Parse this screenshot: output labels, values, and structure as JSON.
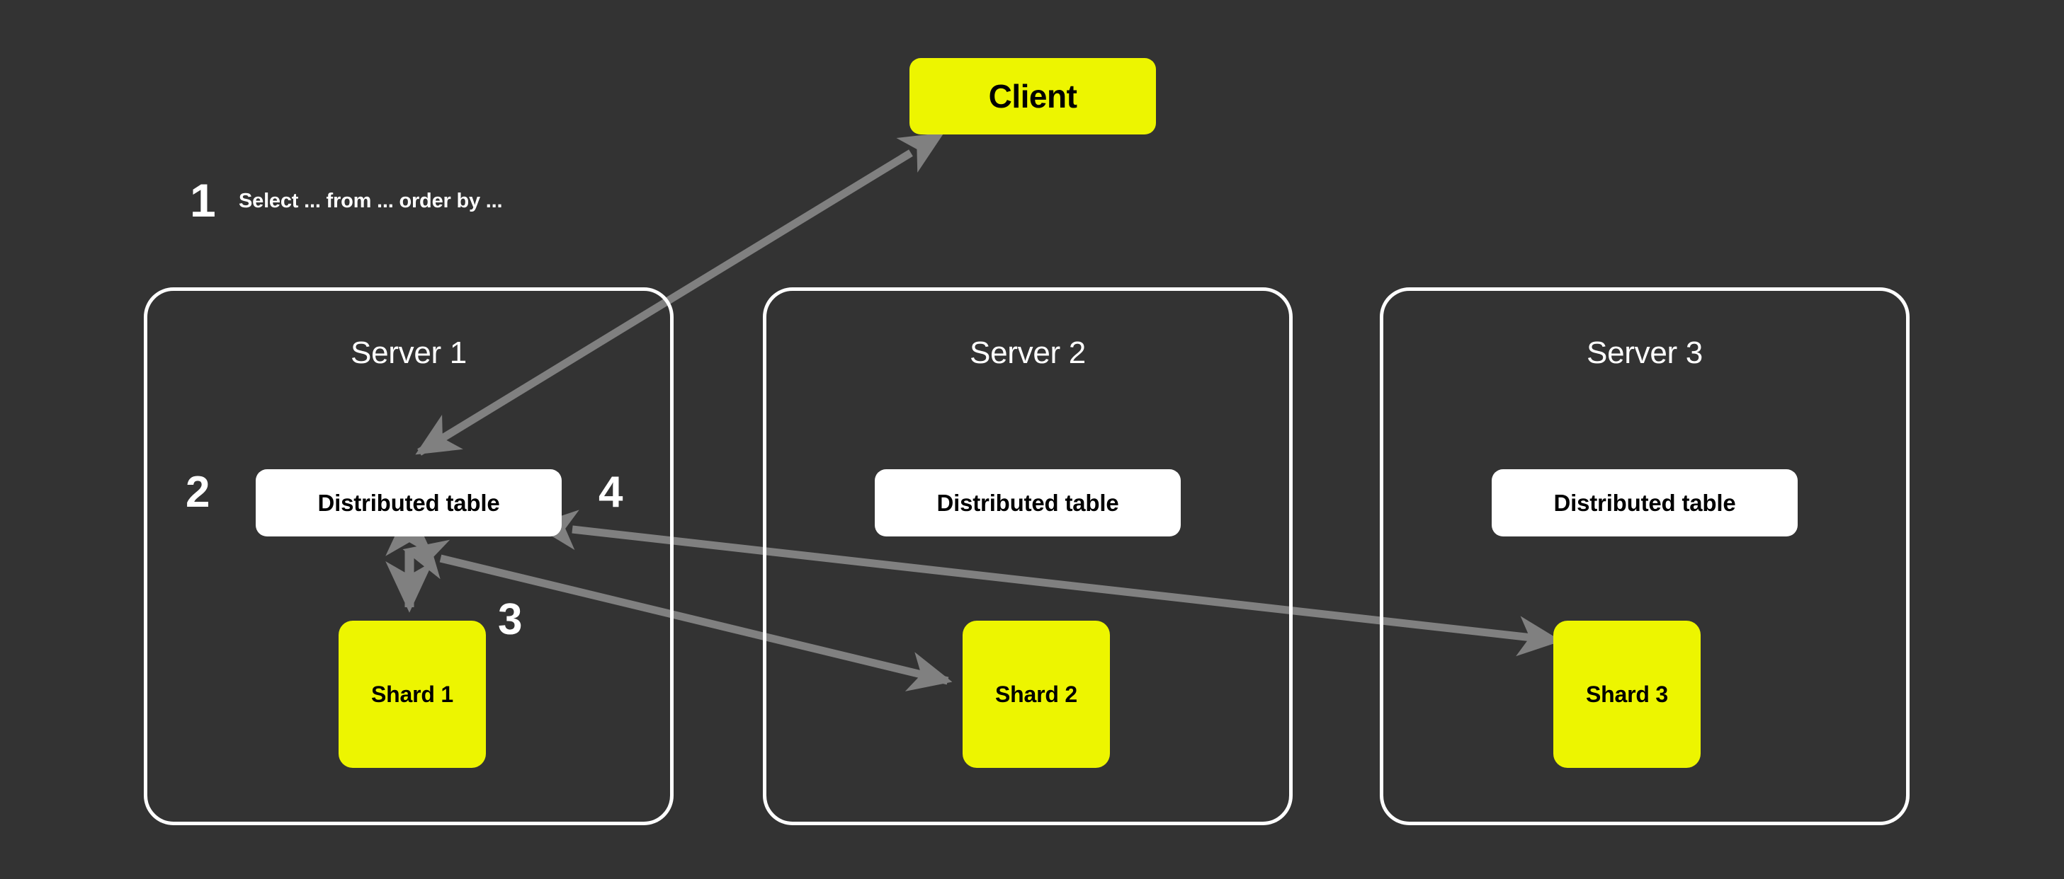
{
  "diagram": {
    "title": "Distributed query execution across sharded servers",
    "background_color": "#333333",
    "accent_color": "#EDF500",
    "panel_border_color": "#FFFFFF",
    "arrow_color": "#808080"
  },
  "client": {
    "label": "Client"
  },
  "steps": [
    {
      "number": "1",
      "text": "Select ... from ... order by ..."
    },
    {
      "number": "2",
      "text": ""
    },
    {
      "number": "3",
      "text": ""
    },
    {
      "number": "4",
      "text": ""
    }
  ],
  "servers": [
    {
      "title": "Server 1",
      "distributed_table_label": "Distributed table",
      "shard_label": "Shard 1"
    },
    {
      "title": "Server 2",
      "distributed_table_label": "Distributed table",
      "shard_label": "Shard 2"
    },
    {
      "title": "Server 3",
      "distributed_table_label": "Distributed table",
      "shard_label": "Shard 3"
    }
  ],
  "connections": [
    {
      "name": "client-to-distributed-table",
      "from": "Client",
      "to": "Distributed table (Server 1)",
      "direction": "bidirectional-diagonal"
    },
    {
      "name": "distributed-table-to-shard1",
      "from": "Distributed table (Server 1)",
      "to": "Shard 1",
      "direction": "bidirectional"
    },
    {
      "name": "distributed-table-to-shard2",
      "from": "Distributed table (Server 1)",
      "to": "Shard 2",
      "direction": "bidirectional"
    },
    {
      "name": "shard3-to-distributed-table",
      "from": "Distributed table (Server 1)",
      "to": "Shard 3",
      "direction": "bidirectional"
    }
  ]
}
